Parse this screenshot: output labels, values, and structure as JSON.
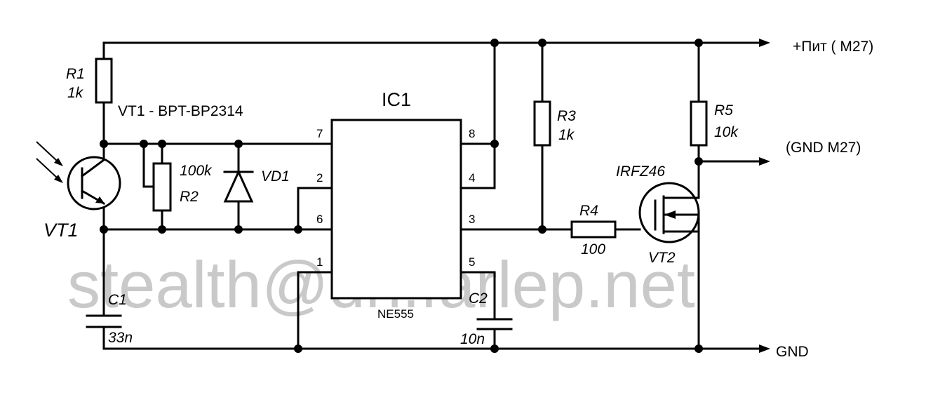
{
  "labels": {
    "r1_name": "R1",
    "r1_value": "1k",
    "vt1_note": "VT1 - BPT-BP2314",
    "vt1_name": "VT1",
    "r2_value": "100k",
    "r2_name": "R2",
    "vd1_name": "VD1",
    "ic1_name": "IC1",
    "ic1_part": "NE555",
    "pin7": "7",
    "pin2": "2",
    "pin6": "6",
    "pin1": "1",
    "pin8": "8",
    "pin4": "4",
    "pin3": "3",
    "pin5": "5",
    "r3_name": "R3",
    "r3_value": "1k",
    "r4_name": "R4",
    "r4_value": "100",
    "r5_name": "R5",
    "r5_value": "10k",
    "vt2_part": "IRFZ46",
    "vt2_name": "VT2",
    "c1_name": "C1",
    "c1_value": "33n",
    "c2_name": "C2",
    "c2_value": "10n",
    "rail_plus": "+Пит ( M27)",
    "rail_gnd_m27": "(GND M27)",
    "rail_gnd": "GND"
  },
  "watermark": "stealth@dn.farlep.net"
}
